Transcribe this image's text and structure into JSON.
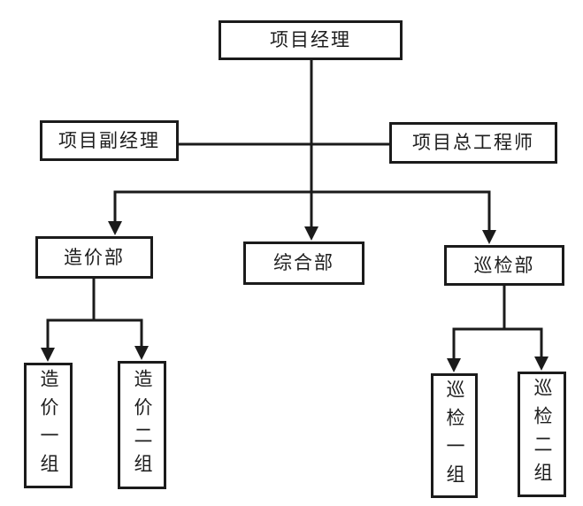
{
  "diagram": {
    "type": "org-chart",
    "background": "#ffffff",
    "line_color": "#1b1b1b",
    "nodes": {
      "project_manager": {
        "label": "项目经理",
        "level": 1
      },
      "deputy_project_manager": {
        "label": "项目副经理",
        "level": 2
      },
      "chief_engineer": {
        "label": "项目总工程师",
        "level": 2
      },
      "cost_department": {
        "label": "造价部",
        "level": 3
      },
      "general_department": {
        "label": "综合部",
        "level": 3
      },
      "inspection_department": {
        "label": "巡检部",
        "level": 3
      },
      "cost_group_1": {
        "label": "造价一组",
        "level": 4,
        "orientation": "vertical"
      },
      "cost_group_2": {
        "label": "造价二组",
        "level": 4,
        "orientation": "vertical"
      },
      "inspection_group_1": {
        "label": "巡检一组",
        "level": 4,
        "orientation": "vertical"
      },
      "inspection_group_2": {
        "label": "巡检二组",
        "level": 4,
        "orientation": "vertical"
      }
    },
    "edges": [
      {
        "from": "项目经理",
        "to": "项目副经理",
        "style": "line"
      },
      {
        "from": "项目经理",
        "to": "项目总工程师",
        "style": "line"
      },
      {
        "from": "项目经理",
        "to": "造价部",
        "style": "arrow"
      },
      {
        "from": "项目经理",
        "to": "综合部",
        "style": "arrow"
      },
      {
        "from": "项目经理",
        "to": "巡检部",
        "style": "arrow"
      },
      {
        "from": "造价部",
        "to": "造价一组",
        "style": "arrow"
      },
      {
        "from": "造价部",
        "to": "造价二组",
        "style": "arrow"
      },
      {
        "from": "巡检部",
        "to": "巡检一组",
        "style": "arrow"
      },
      {
        "from": "巡检部",
        "to": "巡检二组",
        "style": "arrow"
      }
    ]
  }
}
